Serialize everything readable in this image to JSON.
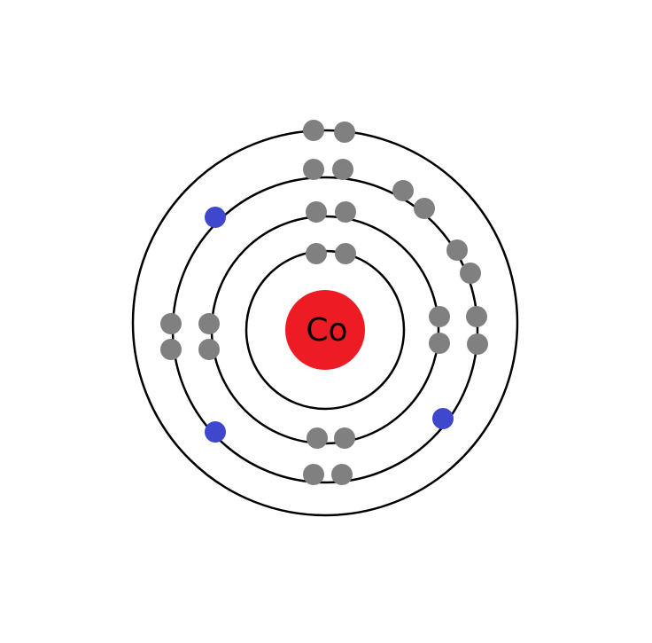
{
  "element": {
    "symbol": "Co"
  },
  "colors": {
    "background": "#ffffff",
    "orbit": "#000000",
    "nucleus": "#ed1c24",
    "paired_electron": "#808080",
    "unpaired_electron": "#3f48cc"
  },
  "shells": [
    {
      "electrons": 2
    },
    {
      "electrons": 8
    },
    {
      "electrons": 15
    },
    {
      "electrons": 2
    }
  ]
}
